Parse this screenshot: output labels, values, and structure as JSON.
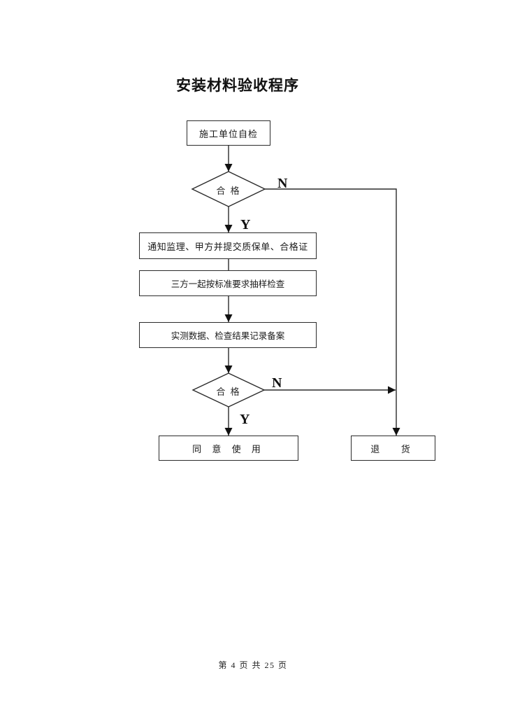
{
  "page": {
    "title": "安装材料验收程序",
    "footer": "第 4 页 共 25 页"
  },
  "flowchart": {
    "branch_yes": "Y",
    "branch_no": "N",
    "nodes": {
      "self_check": "施工单位自检",
      "decision1": "合 格",
      "notify": "通知监理、甲方并提交质保单、合格证",
      "sampling": "三方一起按标准要求抽样检查",
      "record": "实测数据、检查结果记录备案",
      "decision2": "合 格",
      "approve": "同 意 使 用",
      "reject": "退  货"
    },
    "colors": {
      "line": "#2b2b2b",
      "text": "#1a1a1a",
      "page_background": "#ffffff"
    }
  }
}
